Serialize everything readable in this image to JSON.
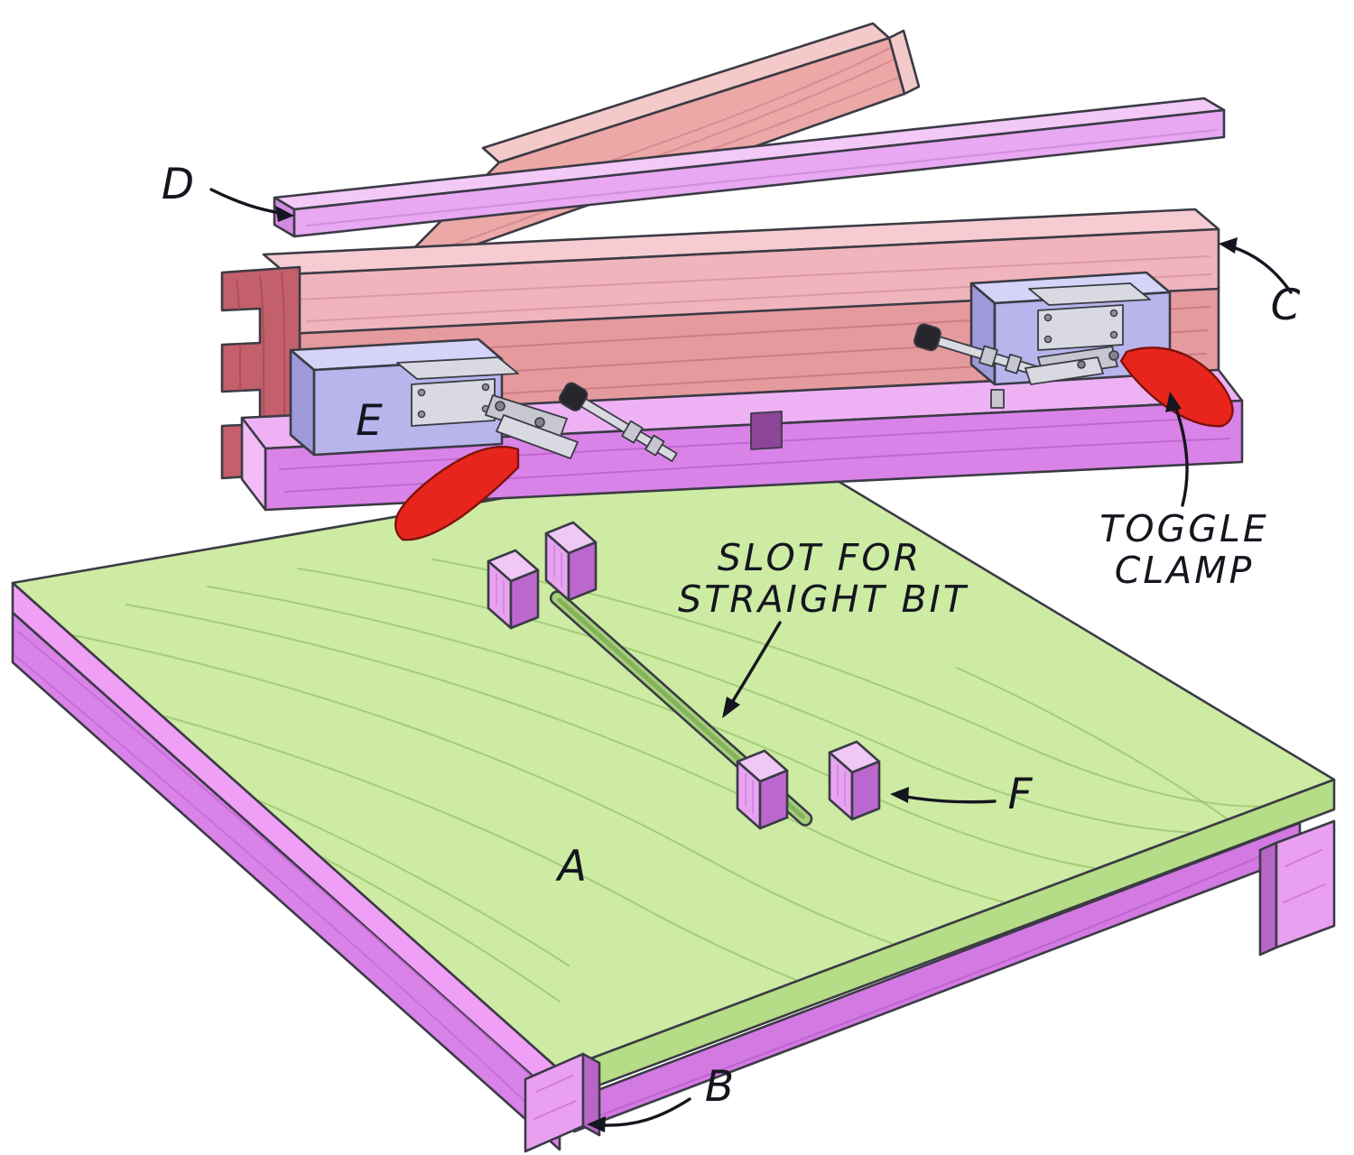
{
  "figure": {
    "part_labels": {
      "a": "A",
      "b": "B",
      "c": "C",
      "d": "D",
      "e": "E",
      "f": "F"
    },
    "annotations": {
      "toggle_clamp": [
        "TOGGLE",
        "CLAMP"
      ],
      "slot": [
        "SLOT FOR",
        "STRAIGHT BIT"
      ]
    },
    "colors": {
      "base_top": "#cdeba3",
      "base_edge": "#b5dc86",
      "edge_magenta": "#ef9ff5",
      "skirt": "#d982e8",
      "rail": "#d379e2",
      "foot": "#e9a0f0",
      "foot_side": "#b865c8",
      "slot": "#a6cf79",
      "block_top": "#f0c8f5",
      "block_left": "#e7a3f0",
      "block_right": "#bb67cd",
      "workpiece": "#eca7a7",
      "workpiece_edge": "#f4c9c9",
      "rail_d": "#e8a8f2",
      "rail_d_top": "#f3c9f8",
      "rail_d_end": "#d08ae0",
      "cap": "#f0b4bc",
      "cap_top": "#f6ccd2",
      "beam": "#e59a9e",
      "end_grain": "#c45f6c",
      "plate": "#d983e8",
      "plate_top": "#eeb2f4",
      "plate_end": "#f2bcf6",
      "block_blue": "#b8b4ec",
      "block_blue_top": "#d6d3f8",
      "block_blue_side": "#9e99d8",
      "metal": "#d9dae1",
      "metal_dark": "#c6c7d0",
      "handle_red": "#e8251c",
      "tip_black": "#26262c",
      "outline": "#3b3b45",
      "ink": "#15151f"
    }
  }
}
